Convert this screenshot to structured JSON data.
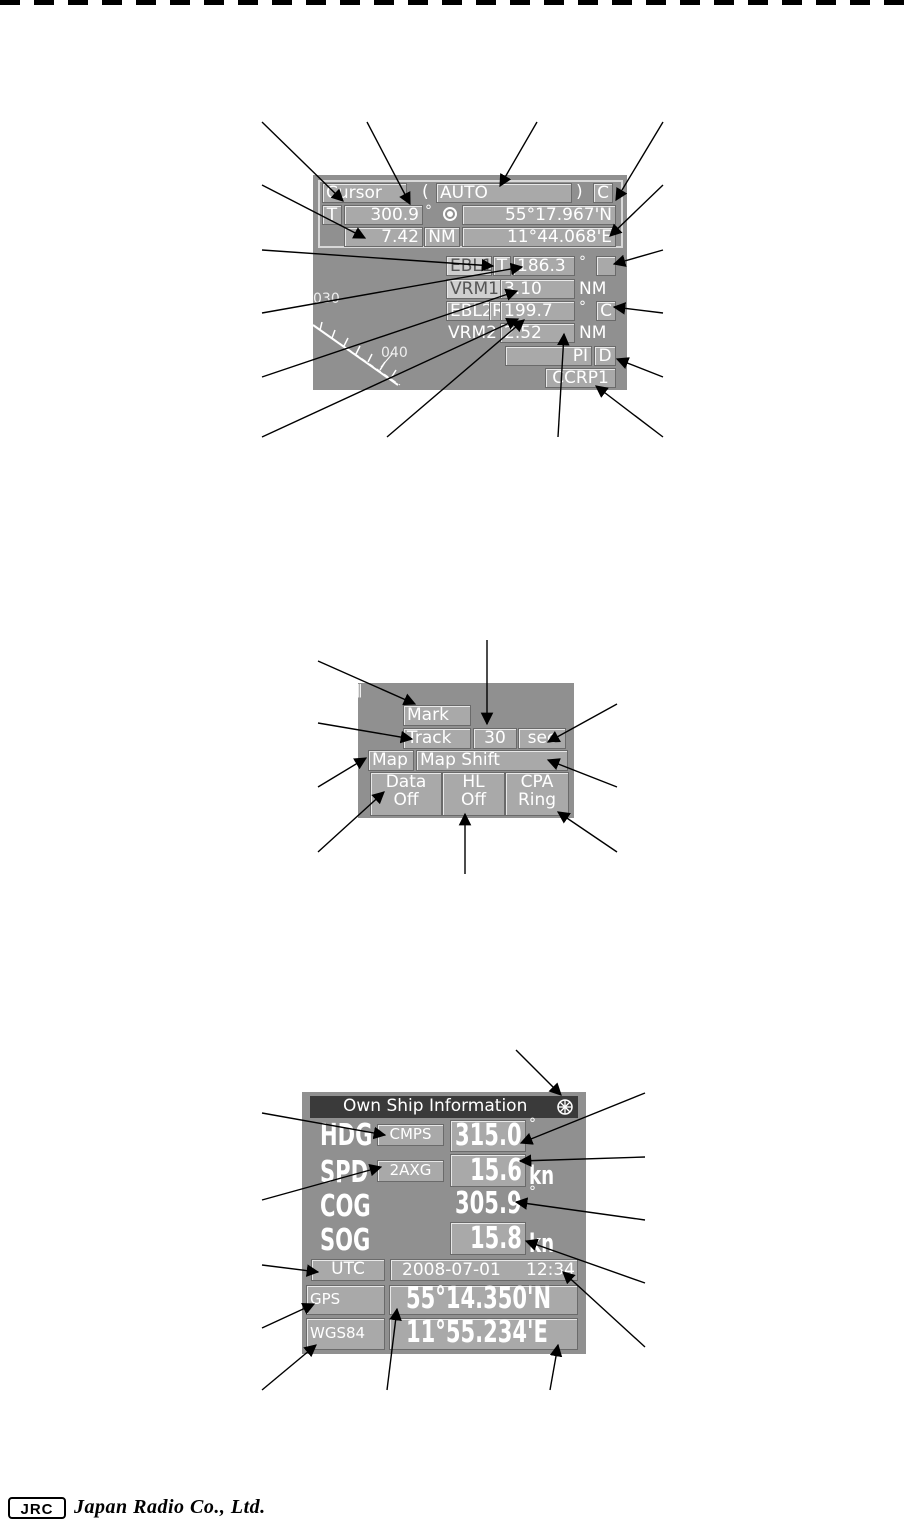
{
  "cursor_panel": {
    "cursor_label": "Cursor",
    "paren_open": "(",
    "mode": "AUTO",
    "paren_close": ")",
    "c_flag": "C",
    "t_flag": "T",
    "bearing": "300.9",
    "deg": "°",
    "range": "7.42",
    "range_unit": "NM",
    "lat": "55°17.967'N",
    "lon": "11°44.068'E",
    "ebl1_label": "EBL1",
    "ebl1_ref": "T",
    "ebl1_value": "186.3",
    "vrm1_label": "VRM1",
    "vrm1_value": "3.10",
    "vrm1_unit": "NM",
    "ebl2_label": "EBL2",
    "ebl2_ref": "R",
    "ebl2_value": "199.7",
    "ebl2_flag": "C",
    "vrm2_label": "VRM2",
    "vrm2_value": "2.52",
    "vrm2_unit": "NM",
    "pi_label": "PI",
    "pi_flag": "D",
    "ccrp_label": "CCRP1",
    "scale_030": "030",
    "scale_040": "040"
  },
  "track_panel": {
    "mark": "Mark",
    "track": "Track",
    "interval": "30",
    "interval_unit": "sec",
    "map": "Map",
    "map_shift": "Map Shift",
    "data_line1": "Data",
    "data_line2": "Off",
    "hl_line1": "HL",
    "hl_line2": "Off",
    "cpa_line1": "CPA",
    "cpa_line2": "Ring"
  },
  "own_ship_panel": {
    "title": "Own Ship Information",
    "hdg_label": "HDG",
    "hdg_source": "CMPS",
    "hdg_value": "315.0",
    "spd_label": "SPD",
    "spd_source": "2AXG",
    "spd_value": "15.6",
    "spd_unit": "kn",
    "cog_label": "COG",
    "cog_value": "305.9",
    "sog_label": "SOG",
    "sog_value": "15.8",
    "sog_unit": "kn",
    "time_zone": "UTC",
    "date": "2008-07-01",
    "time": "12:34",
    "pos_source": "GPS",
    "datum": "WGS84",
    "lat": "55°14.350'N",
    "lon": "11°55.234'E"
  },
  "footer": {
    "jrc": "JRC",
    "company": "Japan Radio Co., Ltd."
  }
}
